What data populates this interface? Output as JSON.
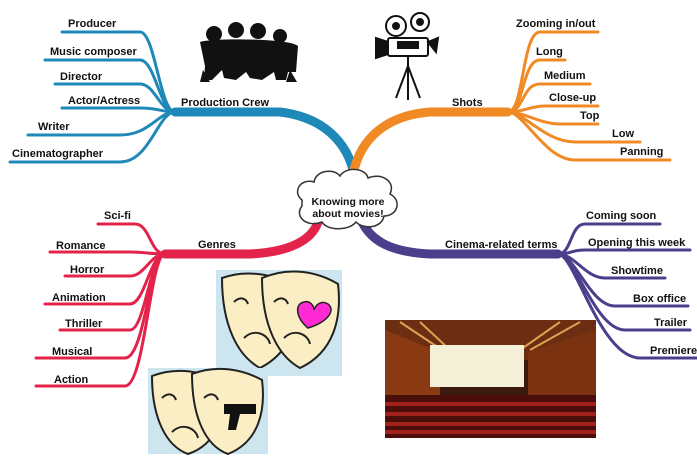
{
  "center": {
    "line1": "Knowing more",
    "line2": "about movies!"
  },
  "branches": {
    "production_crew": {
      "label": "Production Crew",
      "color": "#1e88b8",
      "items": [
        "Producer",
        "Music composer",
        "Director",
        "Actor/Actress",
        "Writer",
        "Cinematographer"
      ]
    },
    "shots": {
      "label": "Shots",
      "color": "#f08a24",
      "items": [
        "Zooming in/out",
        "Long",
        "Medium",
        "Close-up",
        "Top",
        "Low",
        "Panning"
      ]
    },
    "genres": {
      "label": "Genres",
      "color": "#e3234a",
      "items": [
        "Sci-fi",
        "Romance",
        "Horror",
        "Animation",
        "Thriller",
        "Musical",
        "Action"
      ]
    },
    "cinema_terms": {
      "label": "Cinema-related terms",
      "color": "#4b3f8c",
      "items": [
        "Coming soon",
        "Opening this week",
        "Showtime",
        "Box office",
        "Trailer",
        "Premiere"
      ]
    }
  },
  "icons": [
    "people-silhouette-icon",
    "film-camera-icon",
    "theater-masks-heart-icon",
    "theater-masks-gun-icon",
    "cinema-hall-photo"
  ]
}
